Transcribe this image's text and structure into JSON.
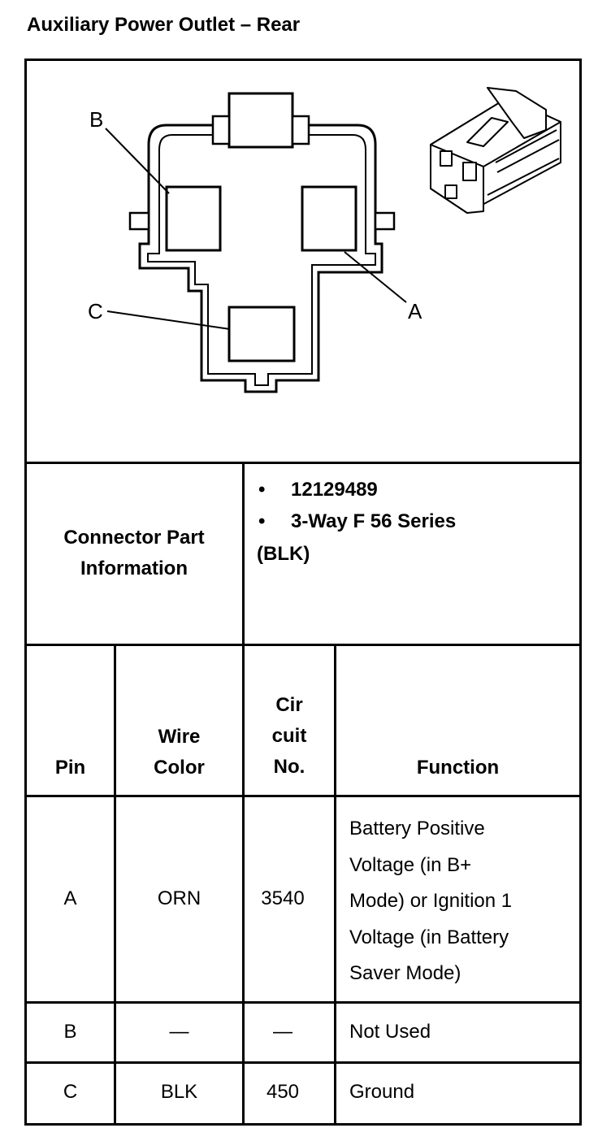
{
  "title": "Auxiliary Power Outlet – Rear",
  "diagram": {
    "pin_labels": {
      "a": "A",
      "b": "B",
      "c": "C"
    }
  },
  "connector_info": {
    "label_line1": "Connector Part",
    "label_line2": "Information",
    "bullet": "•",
    "part_number": "12129489",
    "description_line1": "3-Way F 56 Series",
    "description_line2": "(BLK)"
  },
  "table": {
    "headers": {
      "pin": "Pin",
      "wire_color": [
        "Wire",
        "Color"
      ],
      "circuit": [
        "Cir",
        "cuit",
        "No."
      ],
      "function": "Function"
    },
    "rows": [
      {
        "pin": "A",
        "wire_color": "ORN",
        "circuit": "3540",
        "function": [
          "Battery Positive",
          "Voltage (in B+",
          "Mode) or Ignition 1",
          "Voltage (in Battery",
          "Saver Mode)"
        ]
      },
      {
        "pin": "B",
        "wire_color": "—",
        "circuit": "—",
        "function": [
          "Not Used"
        ]
      },
      {
        "pin": "C",
        "wire_color": "BLK",
        "circuit": "450",
        "function": [
          "Ground"
        ]
      }
    ]
  }
}
